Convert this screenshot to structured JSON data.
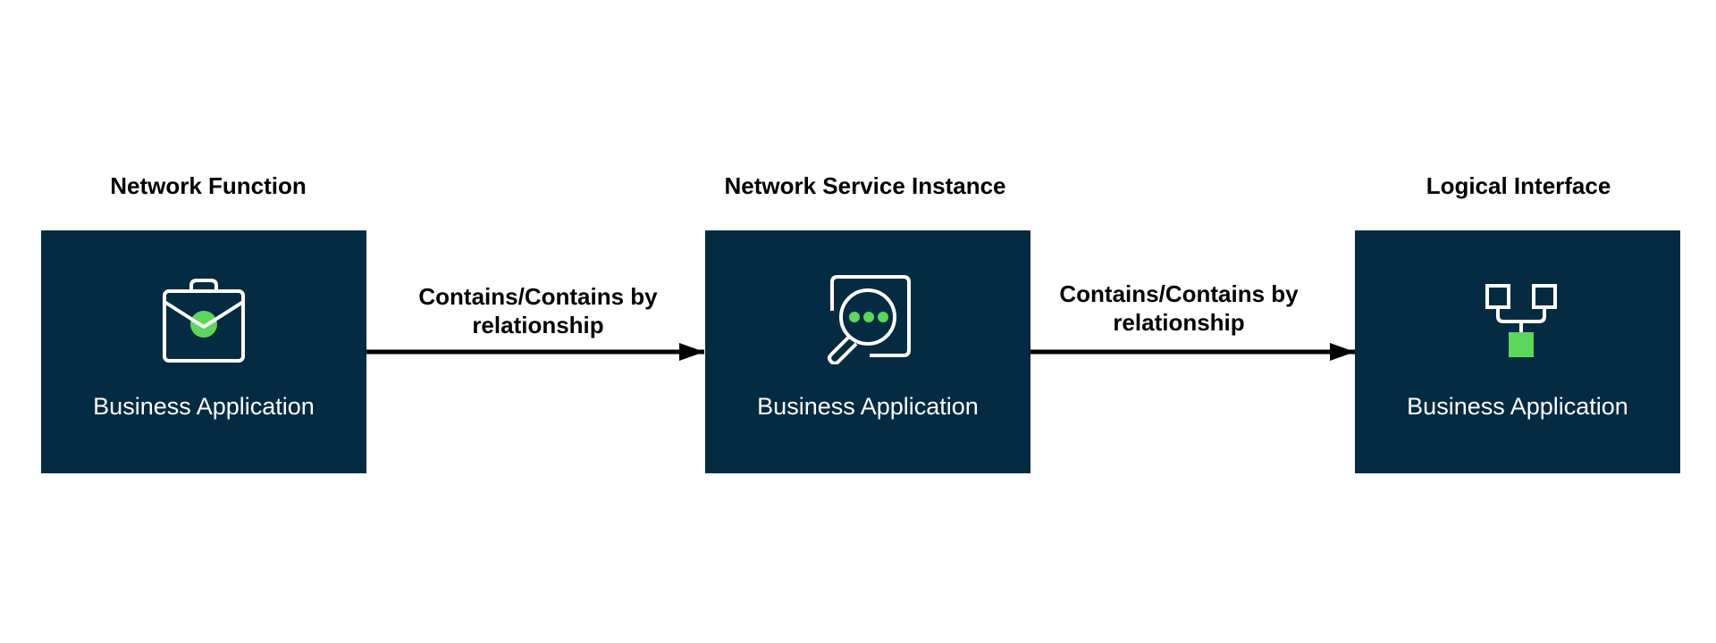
{
  "colors": {
    "box_fill": "#052b42",
    "icon_stroke": "#ffffff",
    "accent": "#5cd65c",
    "arrow": "#000000"
  },
  "nodes": [
    {
      "title": "Network Function",
      "label": "Business Application",
      "icon": "briefcase-icon"
    },
    {
      "title": "Network Service Instance",
      "label": "Business Application",
      "icon": "search-chat-icon"
    },
    {
      "title": "Logical Interface",
      "label": "Business Application",
      "icon": "hierarchy-icon"
    }
  ],
  "edges": [
    {
      "line1": "Contains/Contains by",
      "line2": "relationship"
    },
    {
      "line1": "Contains/Contains by",
      "line2": "relationship"
    }
  ]
}
